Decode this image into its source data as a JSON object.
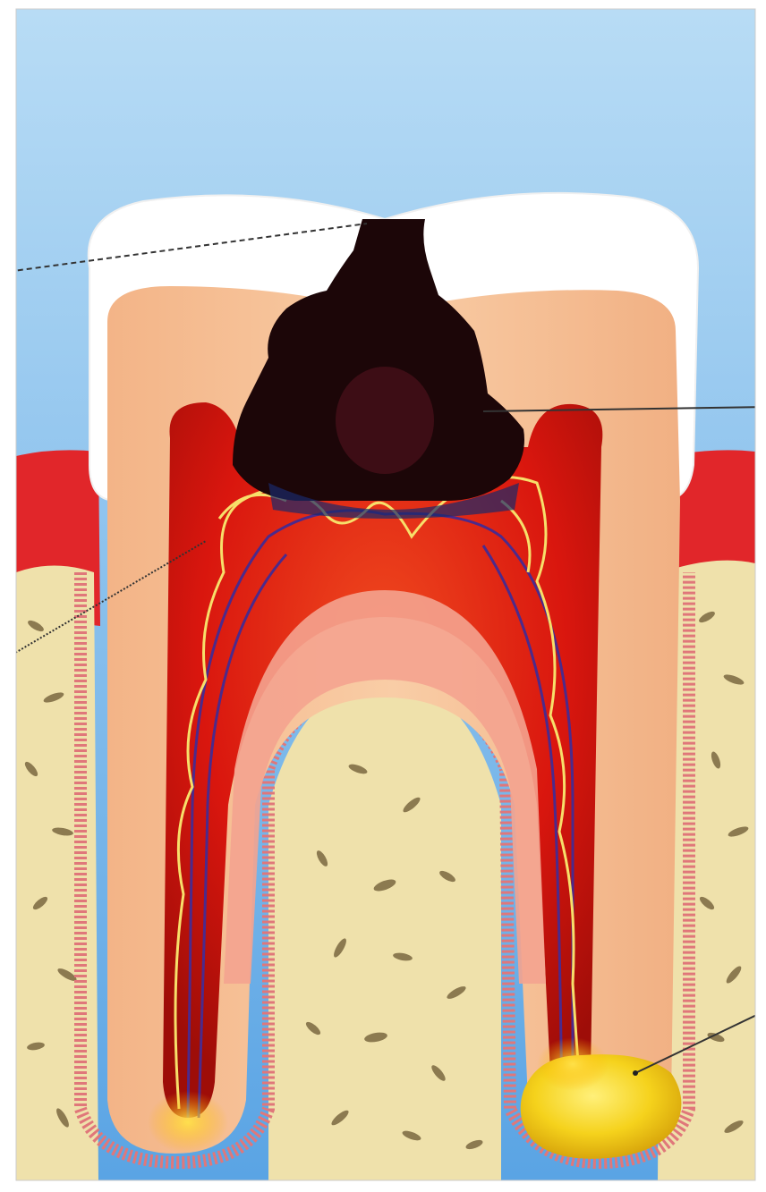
{
  "diagram": {
    "subject": "tooth-cross-section-with-caries-and-abscess",
    "colors": {
      "sky_top": "#a9d4f2",
      "sky_bottom": "#5fa8e6",
      "enamel": "#ffffff",
      "dentin": "#f6bf93",
      "pulp_inflamed": "#d8140c",
      "pulp_dark": "#8e0c08",
      "cavity": "#1c0608",
      "gum": "#e1262a",
      "bone": "#eedfa8",
      "bone_spot": "#8c7a50",
      "ligament": "#e0777a",
      "abscess": "#f2d11b",
      "nerve": "#f7df6a",
      "vessel": "#4b2a8c",
      "leader_line": "#333333"
    },
    "callouts": [
      {
        "target": "enamel-cavity"
      },
      {
        "target": "dentin-cavity"
      },
      {
        "target": "inflamed-pulp"
      },
      {
        "target": "periapical-abscess"
      }
    ]
  }
}
